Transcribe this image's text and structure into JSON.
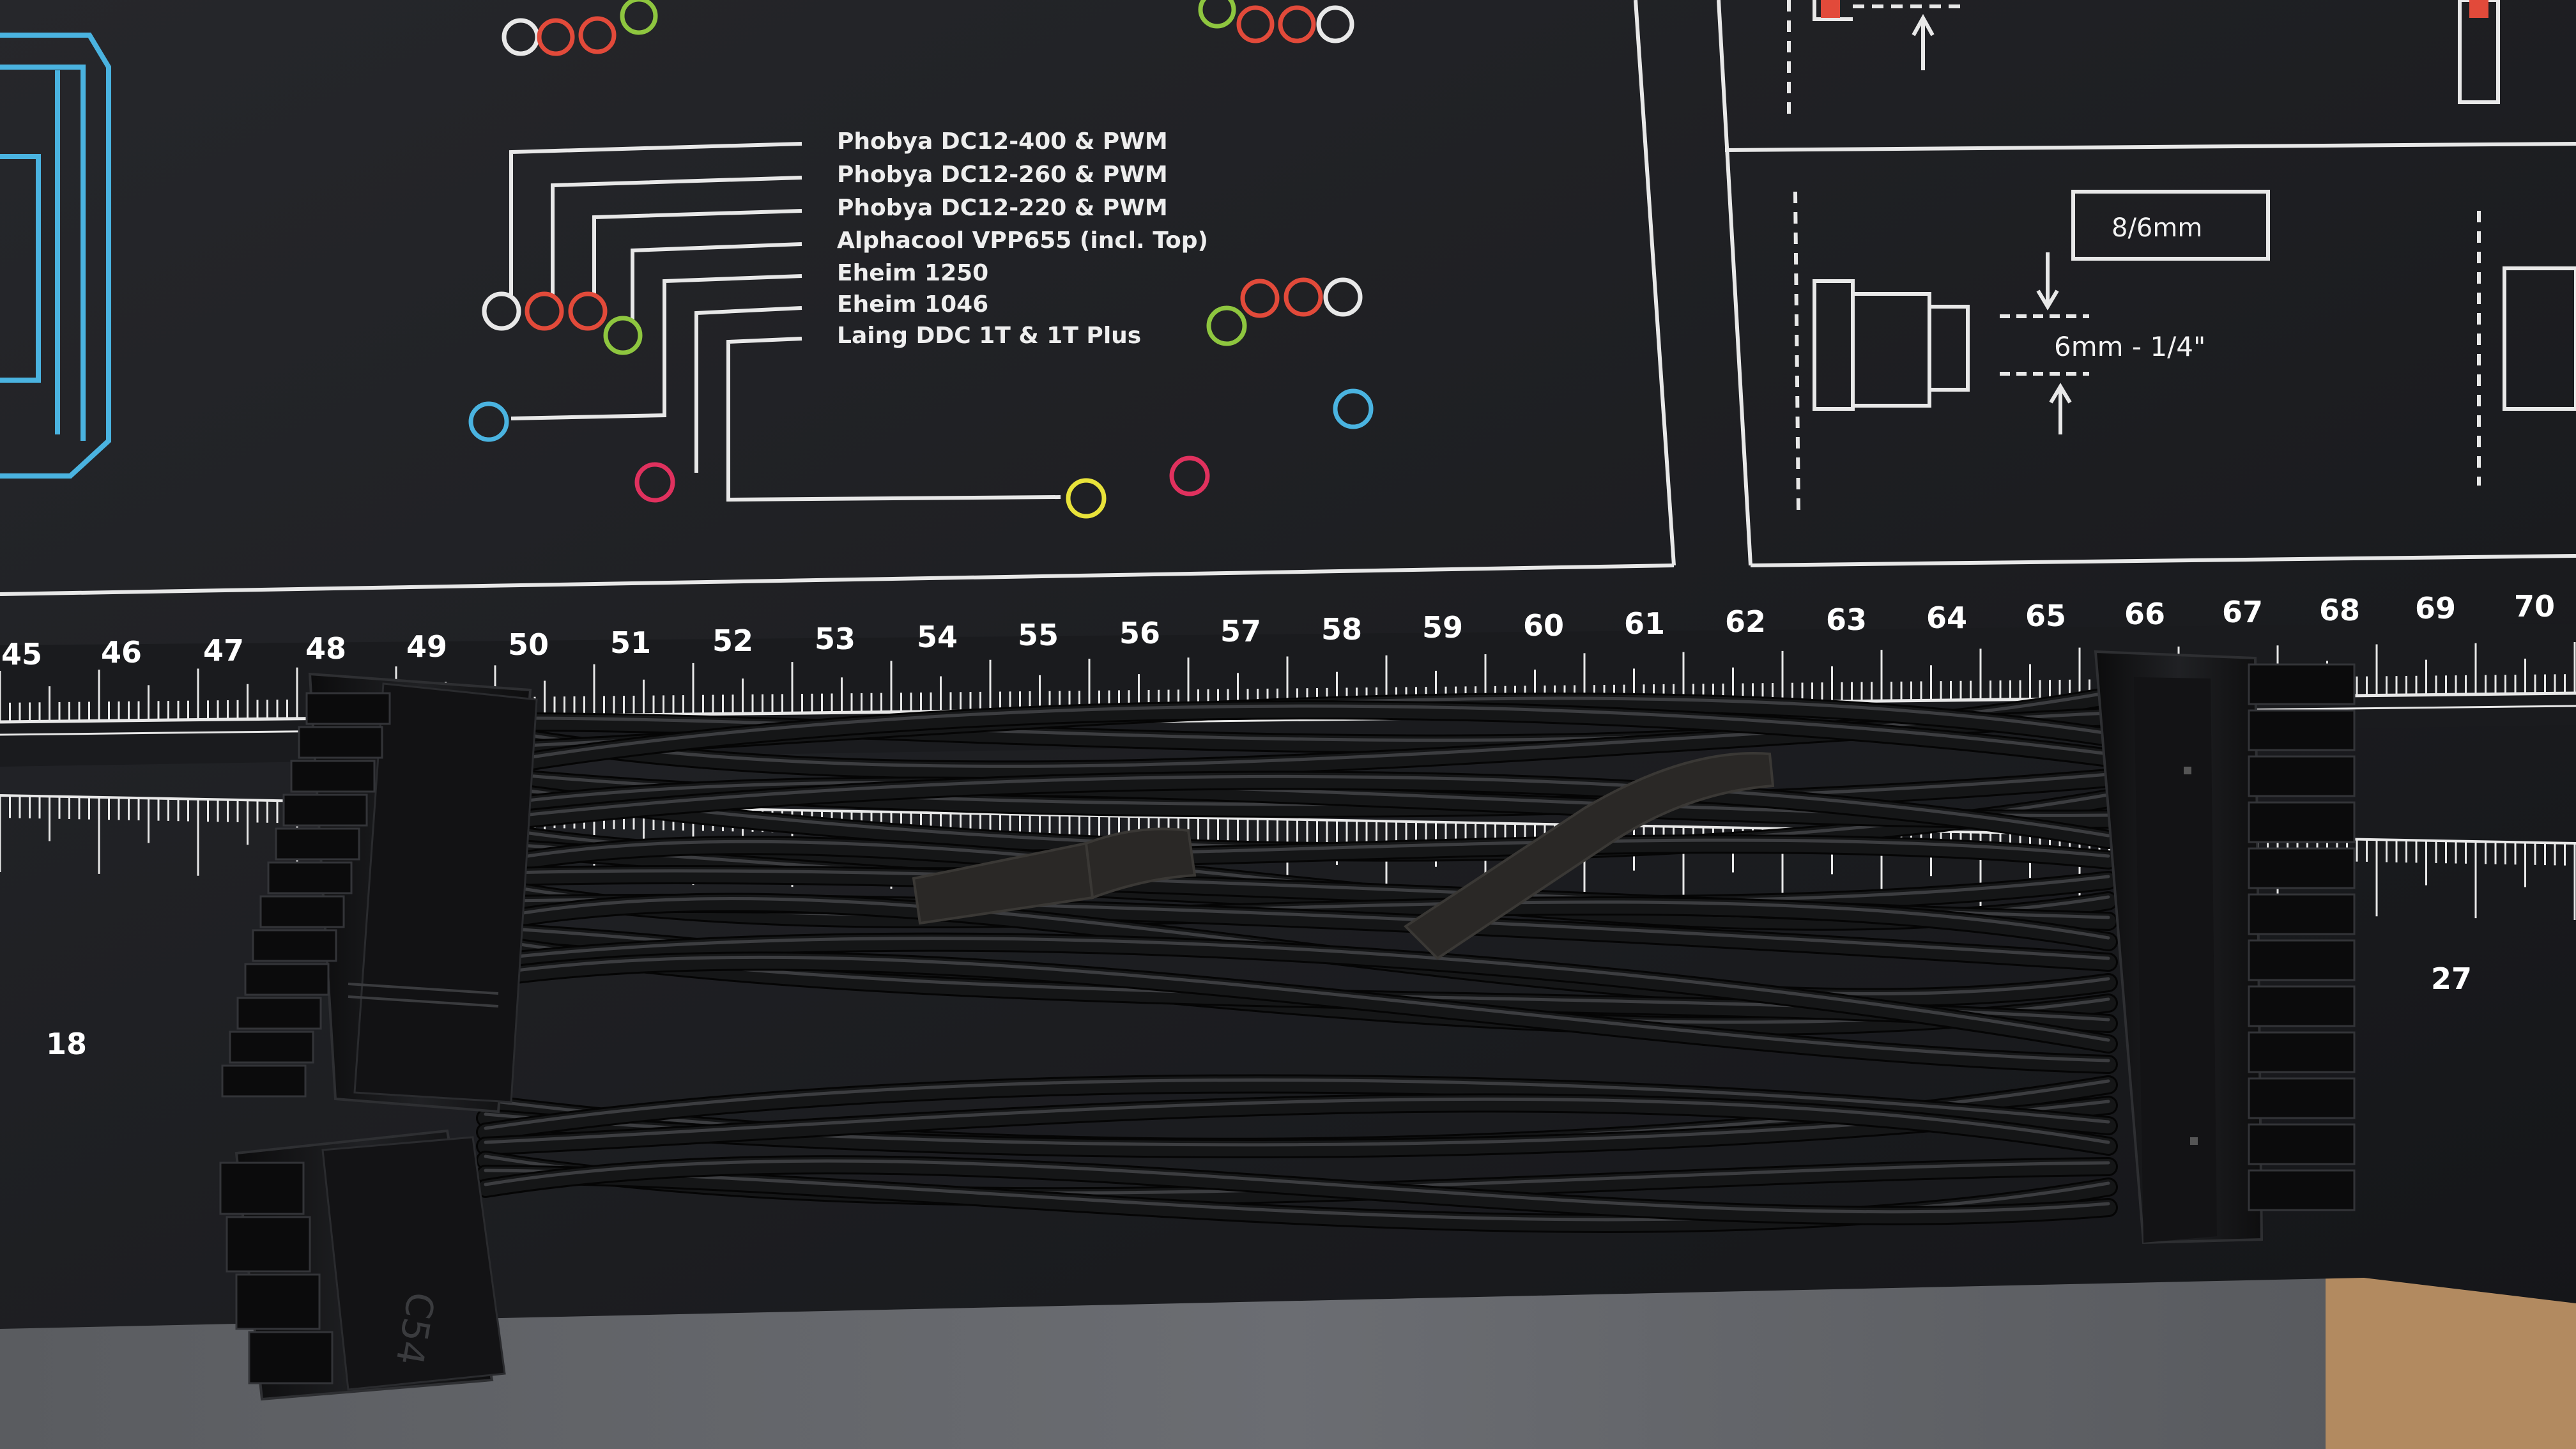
{
  "photo": {
    "subject": "black PSU extension cable bundle with connectors on a printed desk mat"
  },
  "mat": {
    "pump_list": [
      "Phobya DC12-400 & PWM",
      "Phobya DC12-260 & PWM",
      "Phobya DC12-220 & PWM",
      "Alphacool VPP655 (incl. Top)",
      "Eheim 1250",
      "Eheim 1046",
      "Laing DDC 1T & 1T Plus"
    ],
    "tube_size_label": "8/6mm",
    "thread_size_label": "6mm - 1/4\"",
    "ruler_top_numbers": [
      "45",
      "46",
      "47",
      "48",
      "49",
      "50",
      "51",
      "52",
      "53",
      "54",
      "55",
      "56",
      "57",
      "58",
      "59",
      "60",
      "61",
      "62",
      "63",
      "64",
      "65",
      "66",
      "67",
      "68",
      "69",
      "70"
    ],
    "ruler_bottom_left": "18",
    "ruler_bottom_right": "27",
    "connector_marking": "C54",
    "colors": {
      "mat": "#1c1d20",
      "line": "#e8e8e8",
      "cable": "#151617",
      "cyan": "#4ab3e0",
      "red": "#e24a3a",
      "green": "#8ec63f",
      "pink": "#e0315e",
      "yellow": "#e8e23a"
    }
  }
}
